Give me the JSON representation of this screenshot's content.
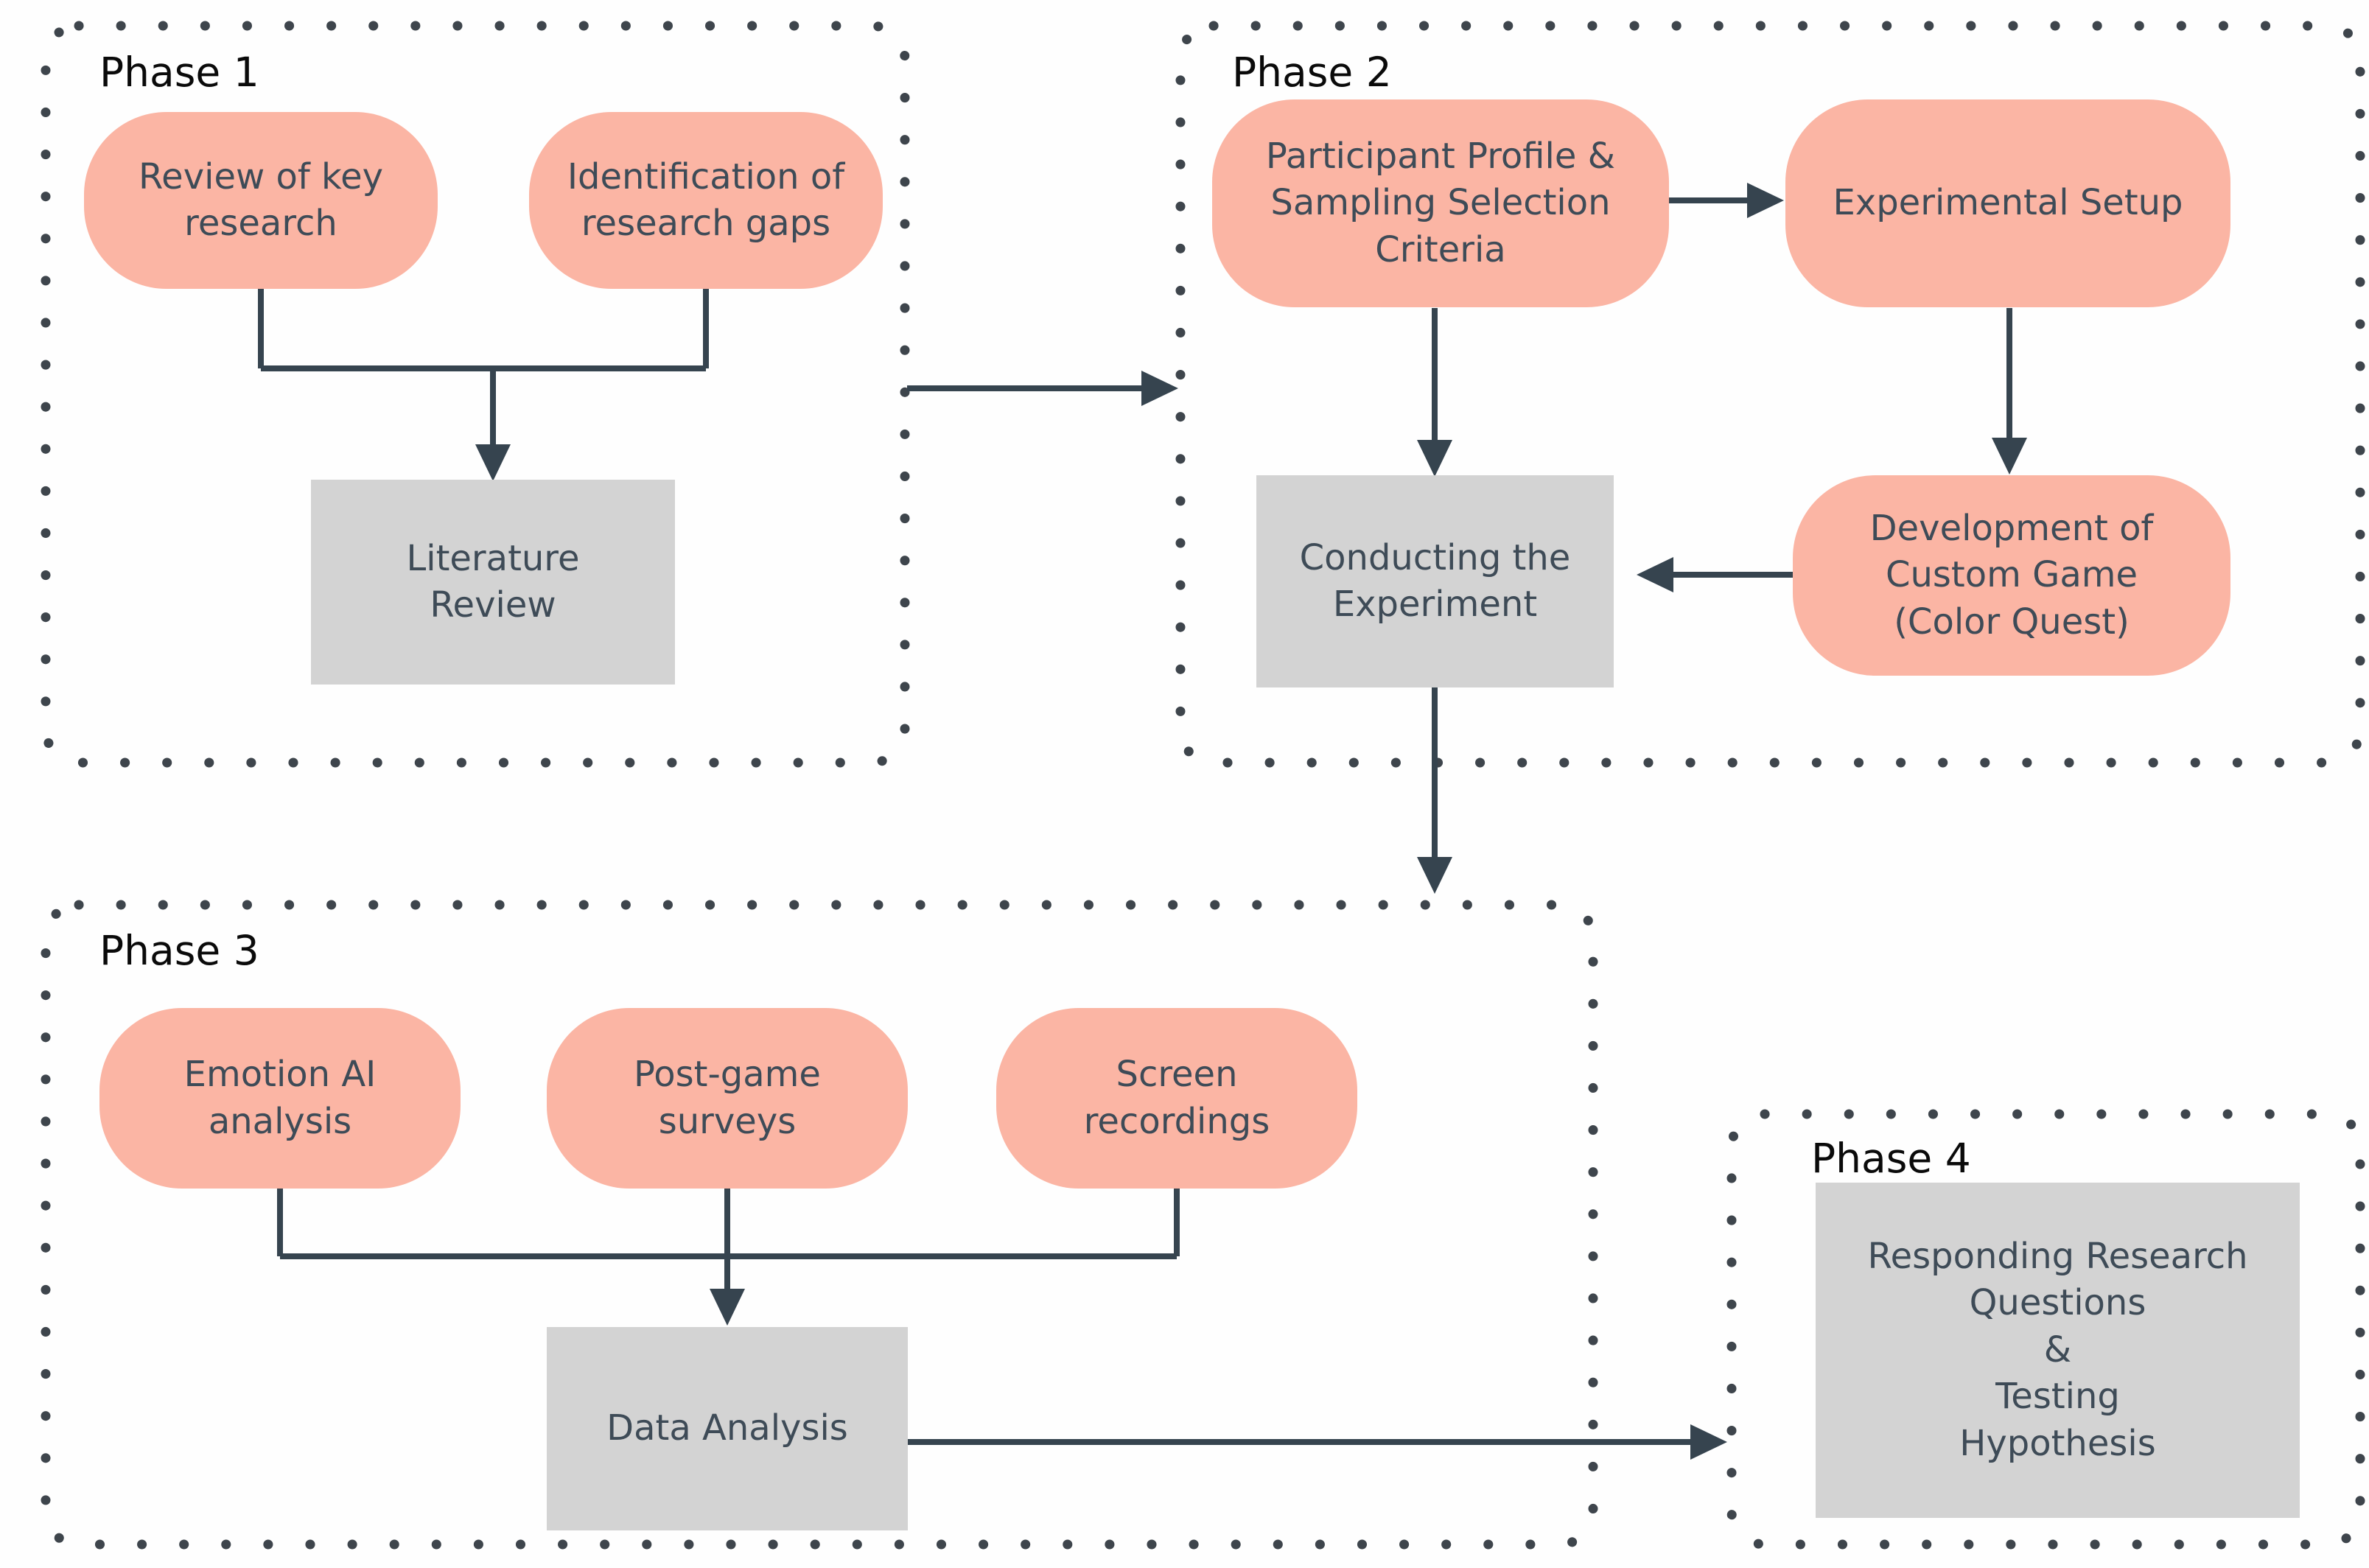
{
  "diagram": {
    "phases": [
      {
        "id": "phase1",
        "label": "Phase 1"
      },
      {
        "id": "phase2",
        "label": "Phase 2"
      },
      {
        "id": "phase3",
        "label": "Phase 3"
      },
      {
        "id": "phase4",
        "label": "Phase 4"
      }
    ],
    "nodes": {
      "review_key": {
        "text": "Review of key\nresearch",
        "type": "process-pink",
        "phase": "Phase 1"
      },
      "identification": {
        "text": "Identification of\nresearch gaps",
        "type": "process-pink",
        "phase": "Phase 1"
      },
      "literature_review": {
        "text": "Literature\nReview",
        "type": "result-gray",
        "phase": "Phase 1"
      },
      "participant_profile": {
        "text": "Participant Profile &\nSampling Selection\nCriteria",
        "type": "process-pink",
        "phase": "Phase 2"
      },
      "experimental_setup": {
        "text": "Experimental Setup",
        "type": "process-pink",
        "phase": "Phase 2"
      },
      "development_custom_game": {
        "text": "Development of\nCustom Game\n(Color Quest)",
        "type": "process-pink",
        "phase": "Phase 2"
      },
      "conducting_experiment": {
        "text": "Conducting the\nExperiment",
        "type": "result-gray",
        "phase": "Phase 2"
      },
      "emotion_ai": {
        "text": "Emotion AI\nanalysis",
        "type": "process-pink",
        "phase": "Phase 3"
      },
      "post_game_surveys": {
        "text": "Post-game\nsurveys",
        "type": "process-pink",
        "phase": "Phase 3"
      },
      "screen_recordings": {
        "text": "Screen\nrecordings",
        "type": "process-pink",
        "phase": "Phase 3"
      },
      "data_analysis": {
        "text": "Data Analysis",
        "type": "result-gray",
        "phase": "Phase 3"
      },
      "responding_research": {
        "text": "Responding Research\nQuestions\n&\nTesting\nHypothesis",
        "type": "result-gray",
        "phase": "Phase 4"
      }
    },
    "edges": [
      {
        "from": "review_key",
        "to": "literature_review"
      },
      {
        "from": "identification",
        "to": "literature_review"
      },
      {
        "from": "phase1",
        "to": "phase2"
      },
      {
        "from": "participant_profile",
        "to": "experimental_setup"
      },
      {
        "from": "participant_profile",
        "to": "conducting_experiment"
      },
      {
        "from": "experimental_setup",
        "to": "development_custom_game"
      },
      {
        "from": "development_custom_game",
        "to": "conducting_experiment"
      },
      {
        "from": "conducting_experiment",
        "to": "phase3"
      },
      {
        "from": "emotion_ai",
        "to": "data_analysis"
      },
      {
        "from": "post_game_surveys",
        "to": "data_analysis"
      },
      {
        "from": "screen_recordings",
        "to": "data_analysis"
      },
      {
        "from": "data_analysis",
        "to": "phase4"
      }
    ],
    "colors": {
      "node_pink_fill": "#FBB5A4",
      "node_gray_fill": "#D3D3D3",
      "connector": "#36444F",
      "dotted_border": "#3E454C",
      "node_text": "#3E4B57",
      "phase_label": "#0A0A0A",
      "background": "#FEFEFE"
    }
  }
}
